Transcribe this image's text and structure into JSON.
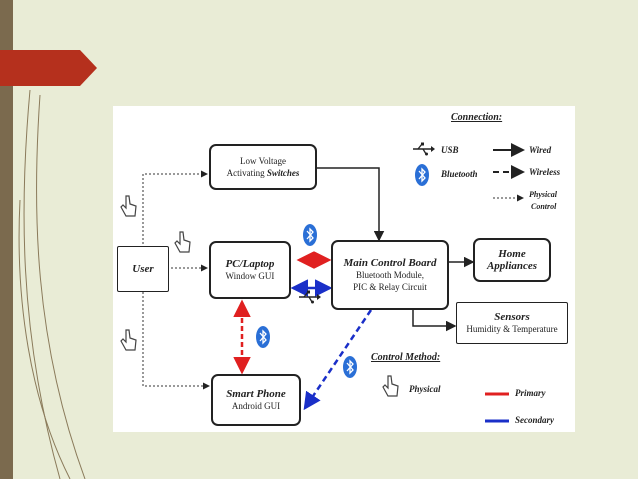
{
  "diagram": {
    "nodes": {
      "switches": {
        "line1": "Low Voltage",
        "line2_prefix": "Activating ",
        "line2_bold": "Switches"
      },
      "pc": {
        "title": "PC/Laptop",
        "subtitle": "Window GUI"
      },
      "user": {
        "title": "User"
      },
      "main_board": {
        "title": "Main Control Board",
        "line1": "Bluetooth Module,",
        "line2": "PIC & Relay Circuit"
      },
      "home": {
        "line1": "Home",
        "line2": "Appliances"
      },
      "sensors": {
        "title": "Sensors",
        "subtitle": "Humidity & Temperature"
      },
      "phone": {
        "title": "Smart Phone",
        "subtitle": "Android GUI"
      }
    },
    "legend": {
      "connection_title": "Connection:",
      "usb": "USB",
      "bluetooth": "Bluetooth",
      "wired": "Wired",
      "wireless": "Wireless",
      "physical_control_1": "Physical",
      "physical_control_2": "Control",
      "control_method_title": "Control Method:",
      "physical": "Physical",
      "primary": "Primary",
      "secondary": "Secondary"
    },
    "colors": {
      "primary": "#e02020",
      "secondary": "#1a2fc8",
      "bluetooth": "#2a6fd6",
      "accent_tab": "#b5301d",
      "side_strip": "#7b6a4e"
    }
  }
}
